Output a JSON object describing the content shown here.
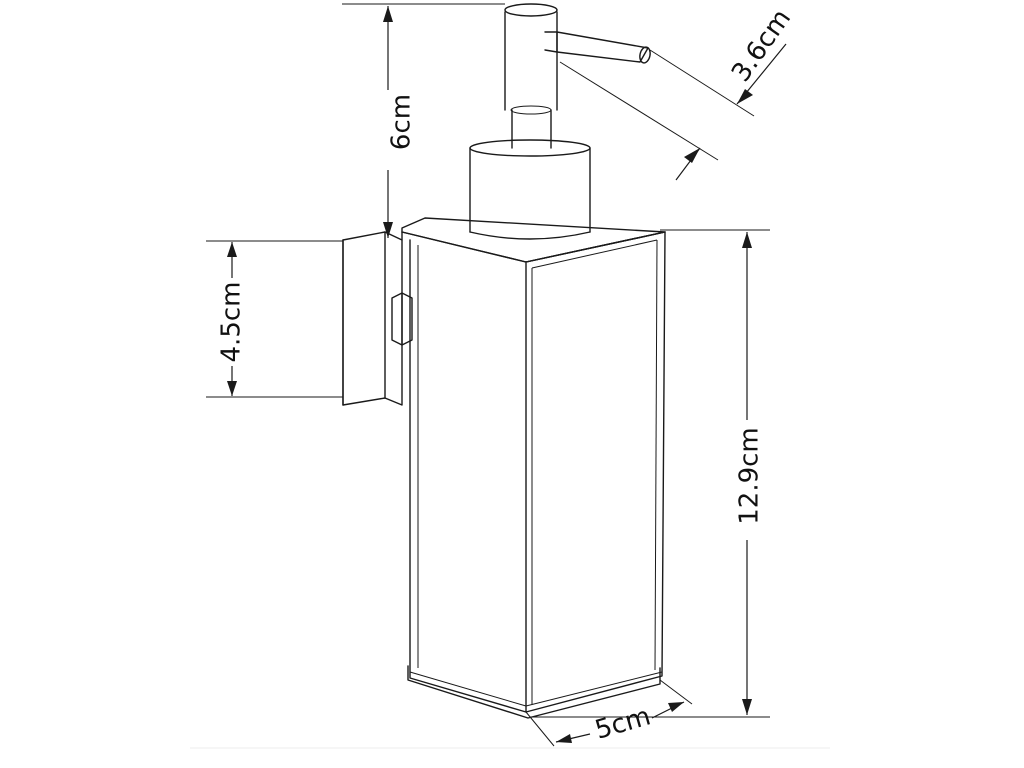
{
  "dimensions": {
    "pump_height": "6cm",
    "nozzle_length": "3.6cm",
    "bracket_height": "4.5cm",
    "body_height": "12.9cm",
    "body_width": "5cm"
  }
}
